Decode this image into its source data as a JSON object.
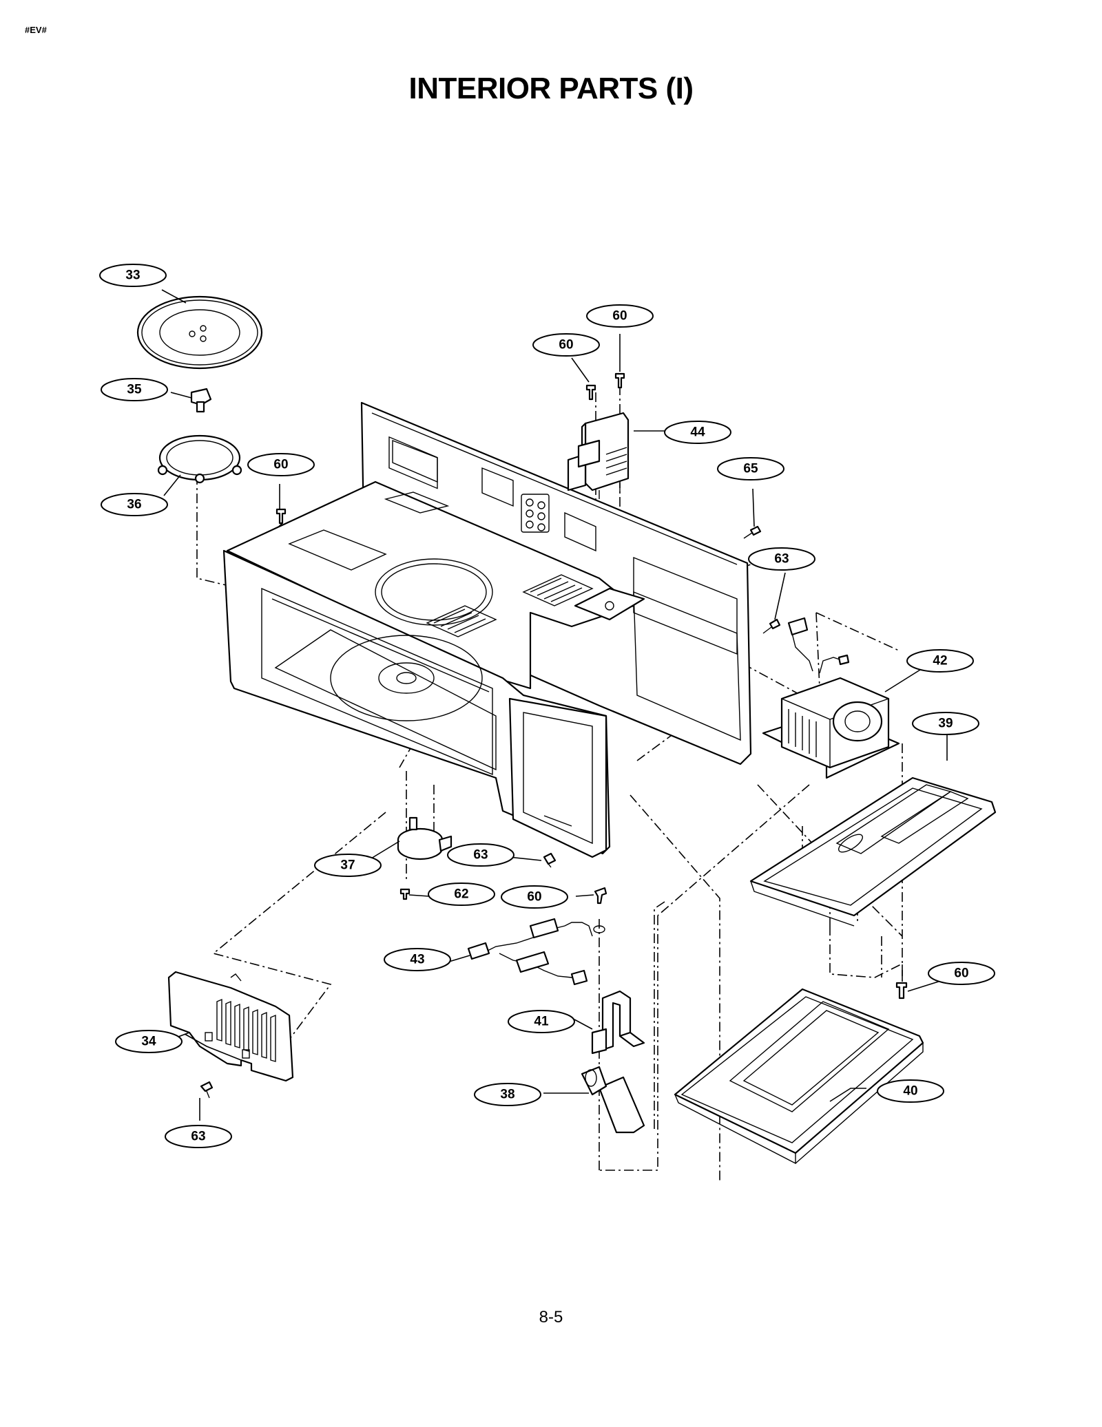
{
  "header": {
    "tag": "#EV#"
  },
  "title": "INTERIOR PARTS (I)",
  "page_number": "8-5",
  "callouts": [
    {
      "id": "c33",
      "label": "33"
    },
    {
      "id": "c35",
      "label": "35"
    },
    {
      "id": "c36",
      "label": "36"
    },
    {
      "id": "c60a",
      "label": "60"
    },
    {
      "id": "c60b",
      "label": "60"
    },
    {
      "id": "c60c",
      "label": "60"
    },
    {
      "id": "c44",
      "label": "44"
    },
    {
      "id": "c65",
      "label": "65"
    },
    {
      "id": "c63a",
      "label": "63"
    },
    {
      "id": "c42",
      "label": "42"
    },
    {
      "id": "c39",
      "label": "39"
    },
    {
      "id": "c37",
      "label": "37"
    },
    {
      "id": "c63b",
      "label": "63"
    },
    {
      "id": "c62",
      "label": "62"
    },
    {
      "id": "c60d",
      "label": "60"
    },
    {
      "id": "c43",
      "label": "43"
    },
    {
      "id": "c41",
      "label": "41"
    },
    {
      "id": "c38",
      "label": "38"
    },
    {
      "id": "c34",
      "label": "34"
    },
    {
      "id": "c63c",
      "label": "63"
    },
    {
      "id": "c60e",
      "label": "60"
    },
    {
      "id": "c40",
      "label": "40"
    }
  ]
}
